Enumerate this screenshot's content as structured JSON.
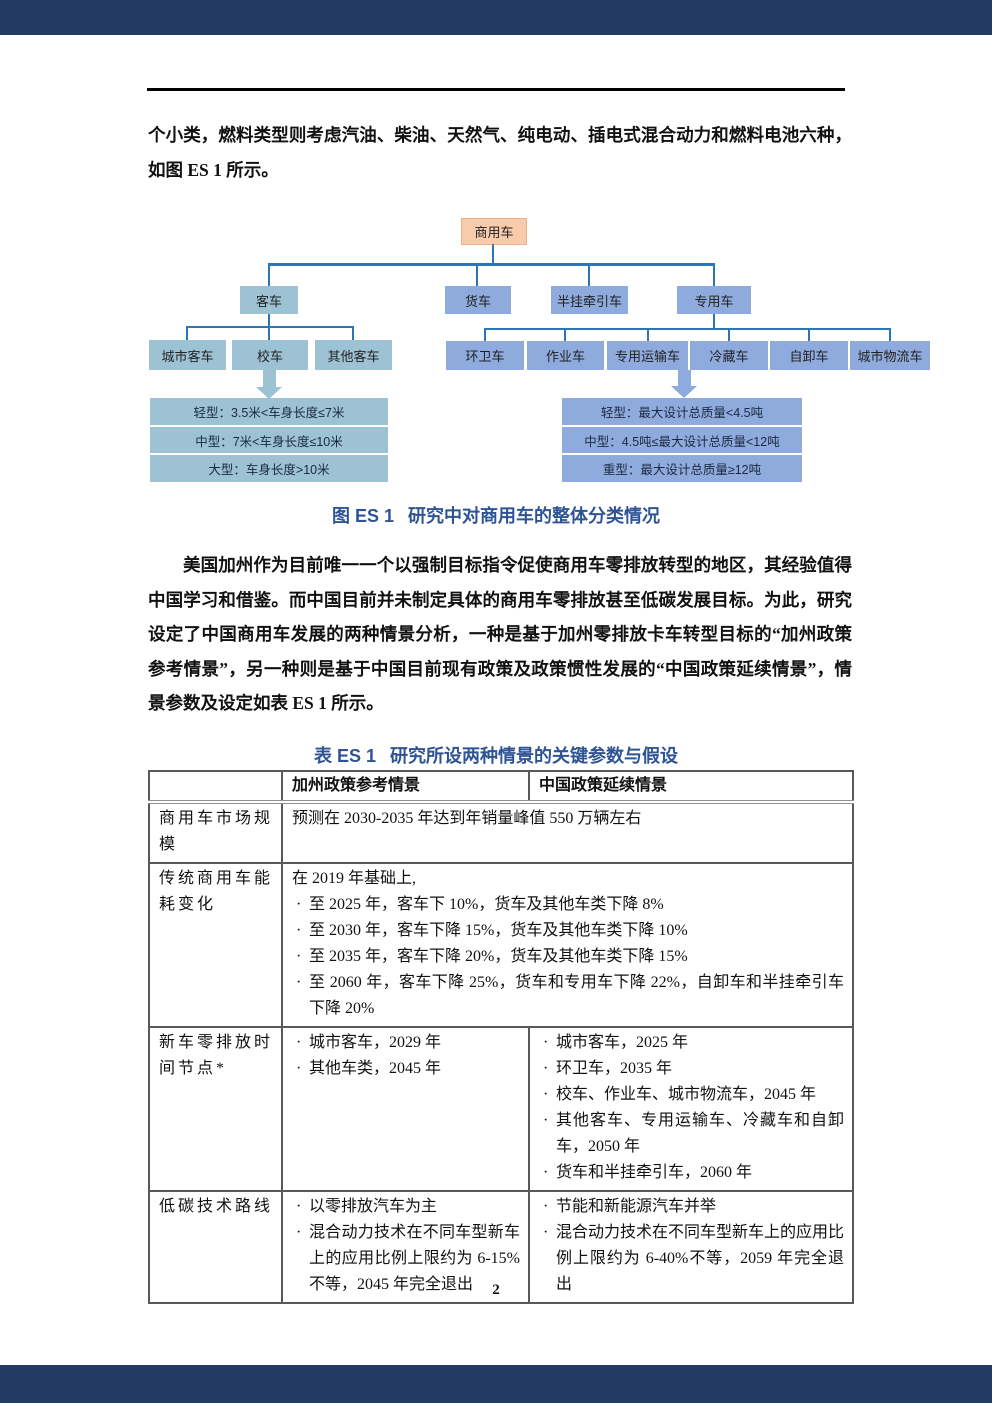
{
  "page_number": "2",
  "intro_paragraph": "个小类，燃料类型则考虑汽油、柴油、天然气、纯电动、插电式混合动力和燃料电池六种，如图 ES 1 所示。",
  "main_paragraph": "美国加州作为目前唯一一个以强制目标指令促使商用车零排放转型的地区，其经验值得中国学习和借鉴。而中国目前并未制定具体的商用车零排放甚至低碳发展目标。为此，研究设定了中国商用车发展的两种情景分析，一种是基于加州零排放卡车转型目标的“加州政策参考情景”，另一种则是基于中国目前现有政策及政策惯性发展的“中国政策延续情景”，情景参数及设定如表 ES 1 所示。",
  "figure": {
    "caption_label": "图 ES 1",
    "caption_title": "研究中对商用车的整体分类情况",
    "tree": {
      "root": "商用车",
      "level2": [
        "客车",
        "货车",
        "半挂牵引车",
        "专用车"
      ],
      "bus_children": [
        "城市客车",
        "校车",
        "其他客车"
      ],
      "special_children": [
        "环卫车",
        "作业车",
        "专用运输车",
        "冷藏车",
        "自卸车",
        "城市物流车"
      ],
      "bus_sizes": [
        "轻型：3.5米<车身长度≤7米",
        "中型：7米<车身长度≤10米",
        "大型：车身长度>10米"
      ],
      "special_sizes": [
        "轻型：最大设计总质量<4.5吨",
        "中型：4.5吨≤最大设计总质量<12吨",
        "重型：最大设计总质量≥12吨"
      ]
    }
  },
  "table": {
    "caption_label": "表 ES 1",
    "caption_title": "研究所设两种情景的关键参数与假设",
    "headers": {
      "ca": "加州政策参考情景",
      "cn": "中国政策延续情景"
    },
    "rows": {
      "market": {
        "label": "商用车市场规模",
        "merged": "预测在 2030-2035 年达到年销量峰值 550 万辆左右"
      },
      "energy": {
        "label": "传统商用车能耗变化",
        "intro": "在 2019 年基础上,",
        "bullets": [
          "至 2025 年，客车下 10%，货车及其他车类下降 8%",
          "至 2030 年，客车下降 15%，货车及其他车类下降 10%",
          "至 2035 年，客车下降 20%，货车及其他车类下降 15%",
          "至 2060 年，客车下降 25%，货车和专用车下降 22%，自卸车和半挂牵引车下降 20%"
        ]
      },
      "zev": {
        "label": "新车零排放时间节点*",
        "ca": [
          "城市客车，2029 年",
          "其他车类，2045 年"
        ],
        "cn": [
          "城市客车，2025 年",
          "环卫车，2035 年",
          "校车、作业车、城市物流车，2045 年",
          "其他客车、专用运输车、冷藏车和自卸车，2050 年",
          "货车和半挂牵引车，2060 年"
        ]
      },
      "tech": {
        "label": "低碳技术路线",
        "ca": [
          "以零排放汽车为主",
          "混合动力技术在不同车型新车上的应用比例上限约为 6-15%不等，2045 年完全退出"
        ],
        "cn": [
          "节能和新能源汽车并举",
          "混合动力技术在不同车型新车上的应用比例上限约为 6-40%不等，2059 年完全退出"
        ]
      }
    }
  }
}
